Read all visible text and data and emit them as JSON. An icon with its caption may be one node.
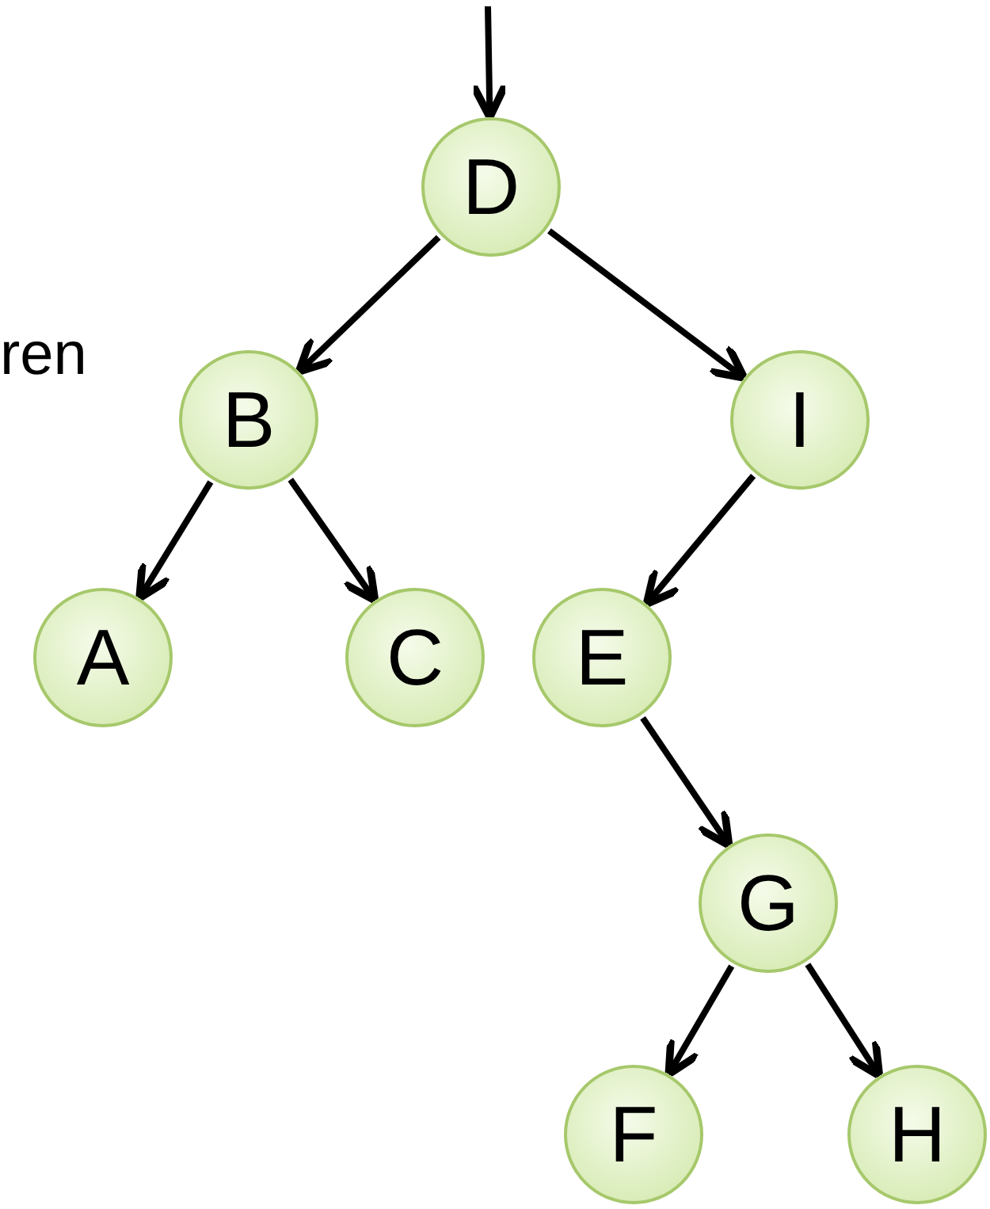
{
  "diagram": {
    "nodes": [
      {
        "text": [
          "D"
        ]
      },
      {
        "text": [
          "B"
        ]
      },
      {
        "text": [
          "I"
        ]
      },
      {
        "text": [
          "A"
        ]
      },
      {
        "text": [
          "C"
        ]
      },
      {
        "text": [
          "E"
        ]
      },
      {
        "text": [
          "G"
        ]
      },
      {
        "text": [
          "F"
        ]
      },
      {
        "text": [
          "H"
        ]
      }
    ],
    "edges": [
      {
        "from": null,
        "to": 0,
        "arrow": "to"
      },
      {
        "from": 0,
        "to": 1,
        "arrow": "to"
      },
      {
        "from": 0,
        "to": 2,
        "arrow": "to"
      },
      {
        "from": 1,
        "to": 3,
        "arrow": "to"
      },
      {
        "from": 1,
        "to": 4,
        "arrow": "to"
      },
      {
        "from": 2,
        "to": 5,
        "arrow": "to"
      },
      {
        "from": 5,
        "to": 6,
        "arrow": "to"
      },
      {
        "from": 6,
        "to": 7,
        "arrow": "to"
      },
      {
        "from": 6,
        "to": 8,
        "arrow": "to"
      }
    ],
    "labels": [
      "ren"
    ]
  }
}
